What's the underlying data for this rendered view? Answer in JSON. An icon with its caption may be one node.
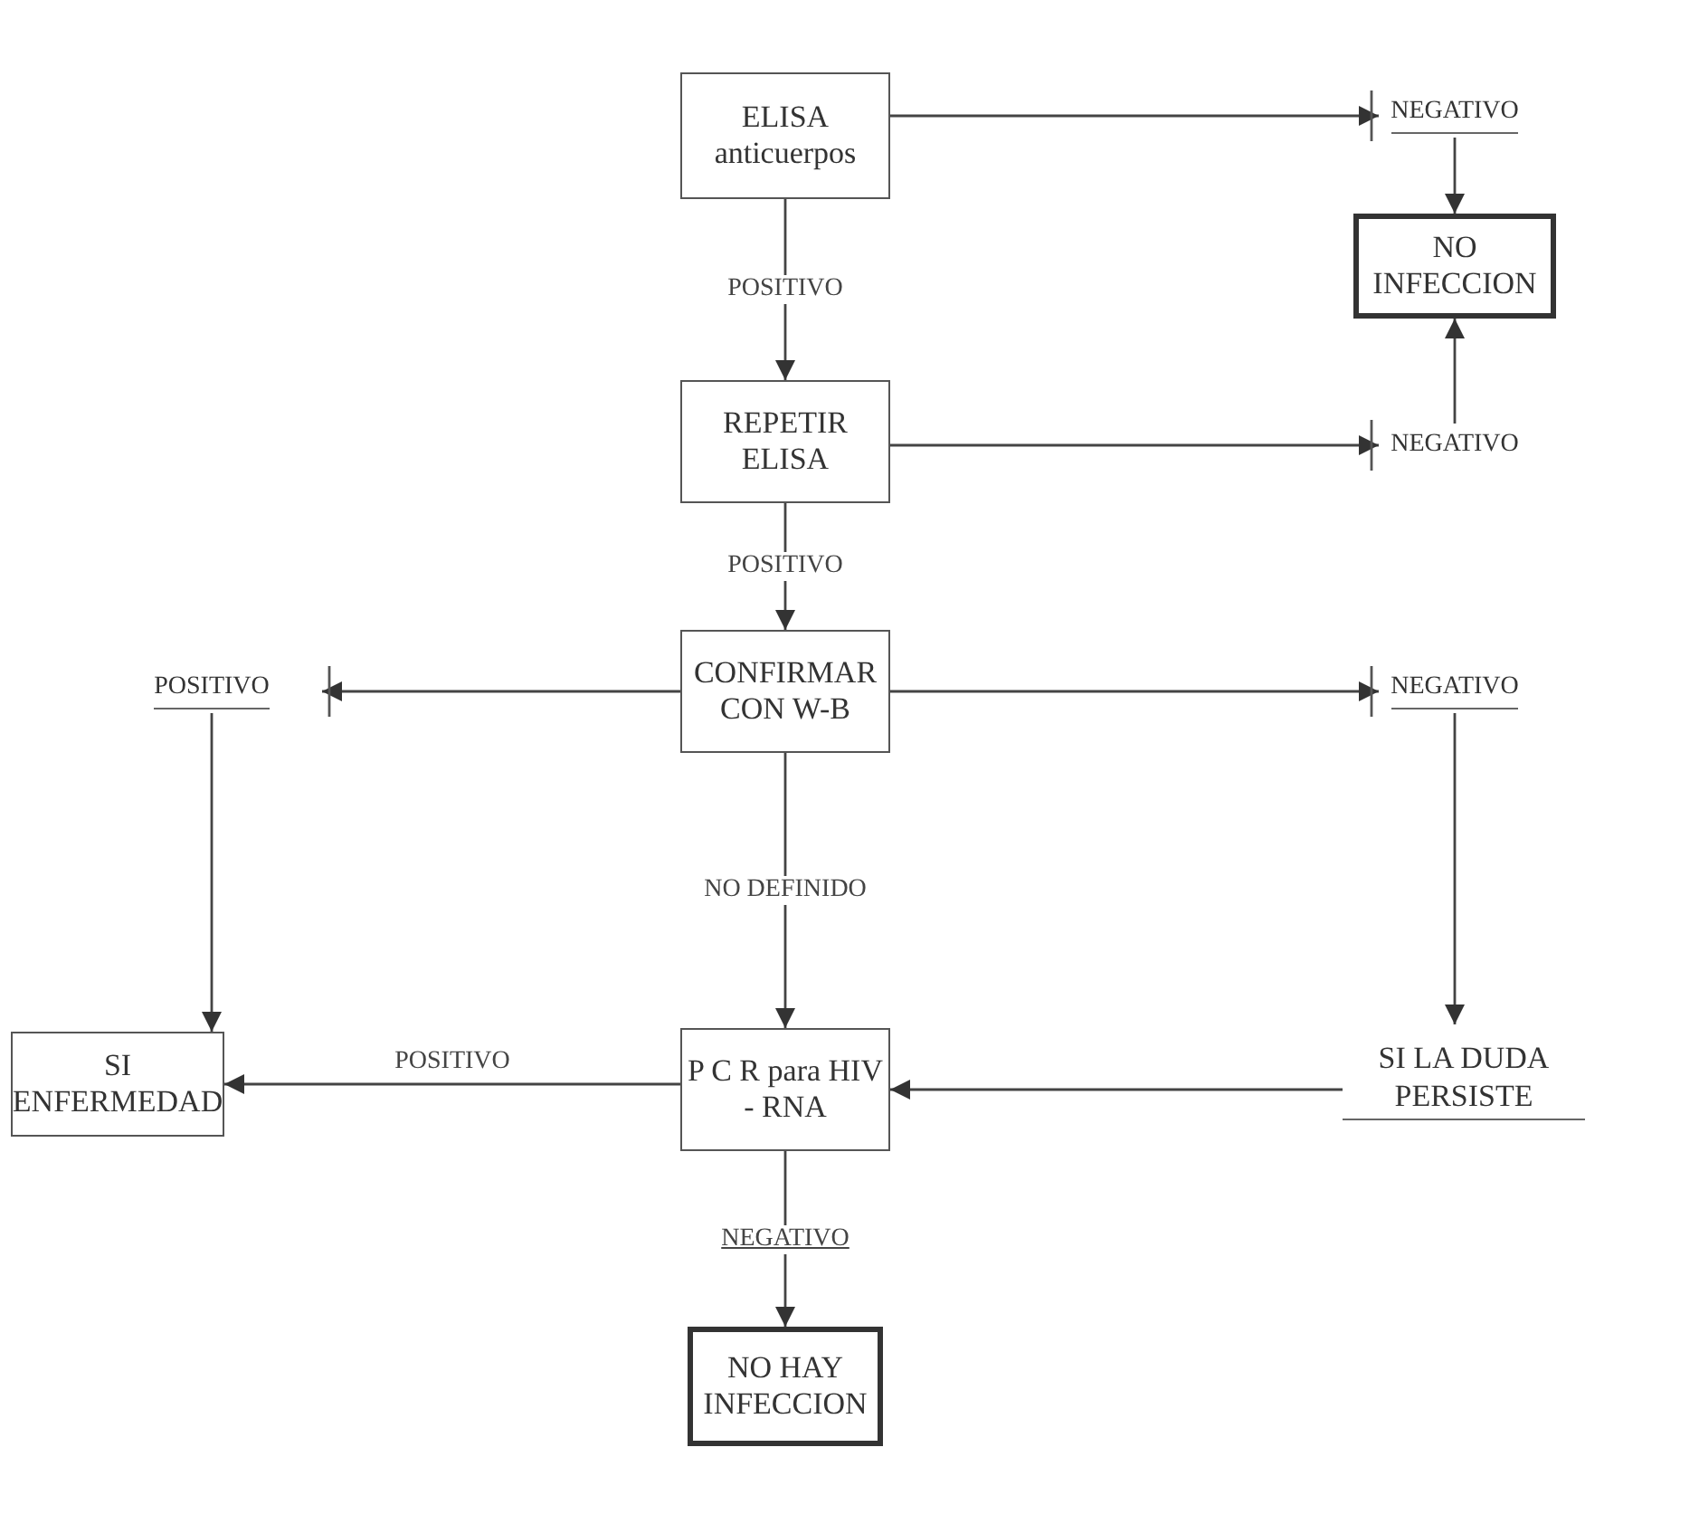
{
  "diagram": {
    "nodes": [
      {
        "text": [
          "ELISA anticuerpos"
        ]
      },
      {
        "text": [
          "NEGATIVO"
        ]
      },
      {
        "text": [
          "NO INFECCION"
        ]
      },
      {
        "text": [
          "REPETIR ELISA"
        ]
      },
      {
        "text": [
          "NEGATIVO"
        ]
      },
      {
        "text": [
          "CONFIRMAR CON W-B"
        ]
      },
      {
        "text": [
          "POSITIVO"
        ]
      },
      {
        "text": [
          "NEGATIVO"
        ]
      },
      {
        "text": [
          "SI ENFERMEDAD"
        ]
      },
      {
        "text": [
          "P C R para HIV - RNA"
        ]
      },
      {
        "text": [
          "SI LA DUDA PERSISTE"
        ]
      },
      {
        "text": [
          "NO HAY INFECCION"
        ]
      }
    ],
    "edges": [
      {
        "from": 0,
        "to": 1,
        "arrow": "to"
      },
      {
        "from": 1,
        "to": 2,
        "arrow": "to"
      },
      {
        "from": 0,
        "to": 3,
        "arrow": "to",
        "label": "POSITIVO"
      },
      {
        "from": 3,
        "to": 4,
        "arrow": "to"
      },
      {
        "from": 4,
        "to": 2,
        "arrow": "to"
      },
      {
        "from": 3,
        "to": 5,
        "arrow": "to",
        "label": "POSITIVO"
      },
      {
        "from": 5,
        "to": 6,
        "arrow": "to"
      },
      {
        "from": 5,
        "to": 7,
        "arrow": "to"
      },
      {
        "from": 6,
        "to": 8,
        "arrow": "to"
      },
      {
        "from": 7,
        "to": 10,
        "arrow": "to"
      },
      {
        "from": 5,
        "to": 9,
        "arrow": "to",
        "label": "NO DEFINIDO"
      },
      {
        "from": 9,
        "to": 8,
        "arrow": "to",
        "label": "POSITIVO"
      },
      {
        "from": 10,
        "to": 9,
        "arrow": "to"
      },
      {
        "from": 9,
        "to": 11,
        "arrow": "to",
        "label": "NEGATIVO"
      }
    ]
  }
}
